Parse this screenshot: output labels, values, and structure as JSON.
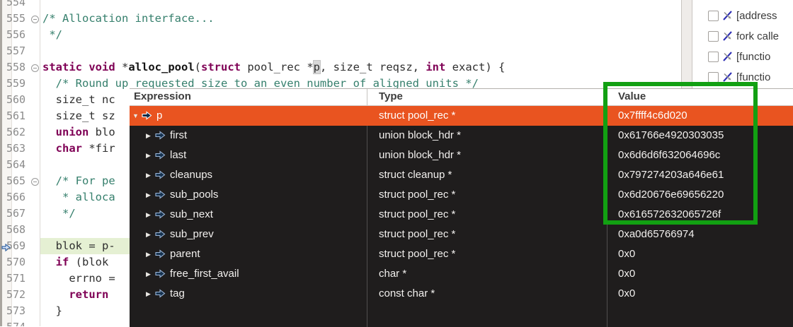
{
  "editor": {
    "lines": [
      {
        "num": "554",
        "tokens": []
      },
      {
        "num": "555",
        "fold": true,
        "tokens": [
          [
            "c",
            "/* Allocation interface..."
          ]
        ]
      },
      {
        "num": "556",
        "tokens": [
          [
            "c",
            " */"
          ]
        ]
      },
      {
        "num": "557",
        "tokens": []
      },
      {
        "num": "558",
        "fold": true,
        "tokens": [
          [
            "k",
            "static"
          ],
          [
            "d",
            " "
          ],
          [
            "k",
            "void"
          ],
          [
            "d",
            " *"
          ],
          [
            "f",
            "alloc_pool"
          ],
          [
            "d",
            "("
          ],
          [
            "k",
            "struct"
          ],
          [
            "d",
            " pool_rec *"
          ],
          [
            "hl",
            "p"
          ],
          [
            "d",
            ", size_t reqsz, "
          ],
          [
            "k",
            "int"
          ],
          [
            "d",
            " exact) {"
          ]
        ]
      },
      {
        "num": "559",
        "tokens": [
          [
            "c",
            "  /* Round up requested size to an even number of aligned units */"
          ]
        ]
      },
      {
        "num": "560",
        "tokens": [
          [
            "d",
            "  size_t nc"
          ]
        ]
      },
      {
        "num": "561",
        "tokens": [
          [
            "d",
            "  size_t sz"
          ]
        ]
      },
      {
        "num": "562",
        "tokens": [
          [
            "d",
            "  "
          ],
          [
            "k",
            "union"
          ],
          [
            "d",
            " blo"
          ]
        ]
      },
      {
        "num": "563",
        "tokens": [
          [
            "d",
            "  "
          ],
          [
            "k",
            "char"
          ],
          [
            "d",
            " *fir"
          ]
        ]
      },
      {
        "num": "564",
        "tokens": []
      },
      {
        "num": "565",
        "fold": true,
        "tokens": [
          [
            "c",
            "  /* For pe"
          ]
        ]
      },
      {
        "num": "566",
        "tokens": [
          [
            "c",
            "   * alloca"
          ]
        ]
      },
      {
        "num": "567",
        "tokens": [
          [
            "c",
            "   */"
          ]
        ]
      },
      {
        "num": "568",
        "tokens": []
      },
      {
        "num": "569",
        "exec": true,
        "pointer": true,
        "tokens": [
          [
            "d",
            "  blok = p-"
          ]
        ]
      },
      {
        "num": "570",
        "tokens": [
          [
            "d",
            "  "
          ],
          [
            "k",
            "if"
          ],
          [
            "d",
            " (blok"
          ]
        ]
      },
      {
        "num": "571",
        "tokens": [
          [
            "d",
            "    errno ="
          ]
        ]
      },
      {
        "num": "572",
        "tokens": [
          [
            "d",
            "    "
          ],
          [
            "k",
            "return"
          ]
        ]
      },
      {
        "num": "573",
        "tokens": [
          [
            "d",
            "  }"
          ]
        ]
      },
      {
        "num": "574",
        "tokens": []
      }
    ]
  },
  "popup": {
    "headers": {
      "expression": "Expression",
      "type": "Type",
      "value": "Value"
    },
    "rows": [
      {
        "name": "p",
        "type": "struct pool_rec *",
        "value": "0x7ffff4c6d020",
        "depth": 0,
        "expanded": true,
        "selected": true
      },
      {
        "name": "first",
        "type": "union block_hdr *",
        "value": "0x61766e4920303035",
        "depth": 1
      },
      {
        "name": "last",
        "type": "union block_hdr *",
        "value": "0x6d6d6f632064696c",
        "depth": 1
      },
      {
        "name": "cleanups",
        "type": "struct cleanup *",
        "value": "0x797274203a646e61",
        "depth": 1
      },
      {
        "name": "sub_pools",
        "type": "struct pool_rec *",
        "value": "0x6d20676e69656220",
        "depth": 1
      },
      {
        "name": "sub_next",
        "type": "struct pool_rec *",
        "value": "0x616572632065726f",
        "depth": 1
      },
      {
        "name": "sub_prev",
        "type": "struct pool_rec *",
        "value": "0xa0d65766974",
        "depth": 1
      },
      {
        "name": "parent",
        "type": "struct pool_rec *",
        "value": "0x0",
        "depth": 1
      },
      {
        "name": "free_first_avail",
        "type": "char *",
        "value": "0x0",
        "depth": 1
      },
      {
        "name": "tag",
        "type": "const char *",
        "value": "0x0",
        "depth": 1
      }
    ]
  },
  "breakpoints": {
    "items": [
      {
        "label": "[address",
        "icon": "address-breakpoint-icon",
        "checked": false
      },
      {
        "label": "fork calle",
        "icon": "event-breakpoint-icon",
        "checked": false
      },
      {
        "label": "[functio",
        "icon": "function-breakpoint-icon",
        "checked": false
      },
      {
        "label": "[functio",
        "icon": "function-breakpoint-icon",
        "checked": false
      }
    ]
  },
  "colors": {
    "selection_orange": "#e95420",
    "annotation_green": "#12a012",
    "exec_line_bg": "#e5f0d3",
    "keyword": "#7f0055",
    "comment": "#357f6c"
  }
}
